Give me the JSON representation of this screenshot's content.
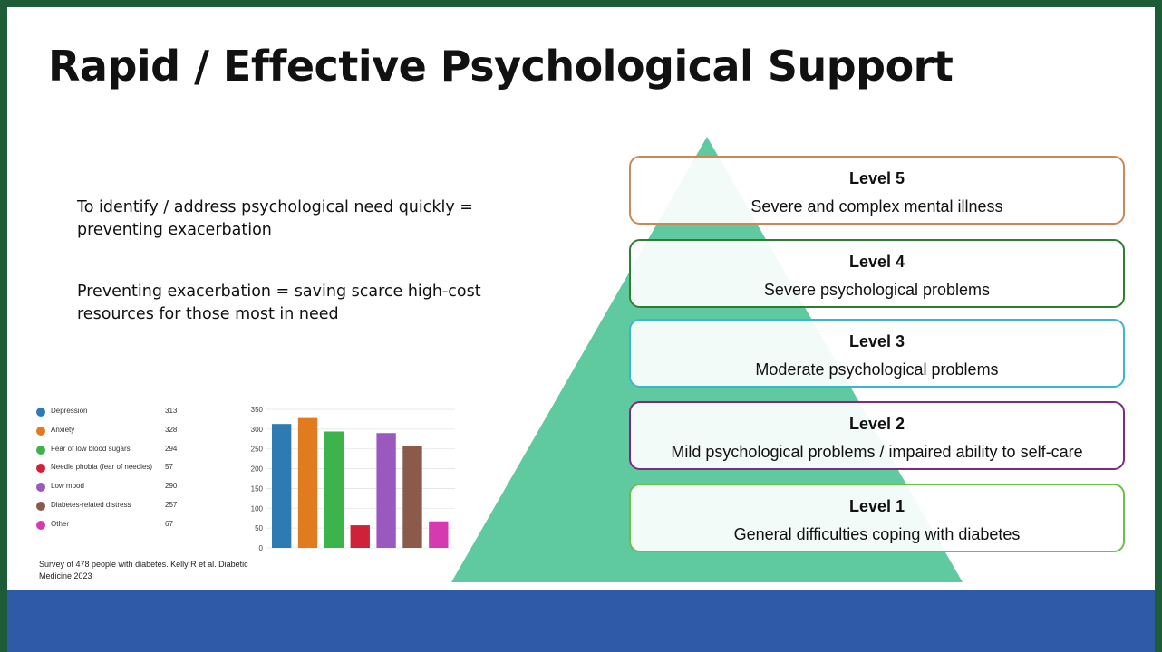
{
  "slide": {
    "title": "Rapid / Effective Psychological Support",
    "bullets": [
      "To identify / address psychological need quickly = preventing exacerbation",
      "Preventing exacerbation = saving scarce high-cost resources for those most in need"
    ],
    "citation": "Survey of 478 people with diabetes. Kelly R et al. Diabetic Medicine 2023"
  },
  "levels": [
    {
      "title": "Level 5",
      "desc": "Severe and complex mental illness",
      "color": "#c98a5a"
    },
    {
      "title": "Level 4",
      "desc": "Severe psychological problems",
      "color": "#2e7d32"
    },
    {
      "title": "Level 3",
      "desc": "Moderate psychological problems",
      "color": "#3bb7c9"
    },
    {
      "title": "Level 2",
      "desc": "Mild psychological problems / impaired ability to self-care",
      "color": "#7b2c7f"
    },
    {
      "title": "Level 1",
      "desc": "General difficulties coping with diabetes",
      "color": "#6cc04a"
    }
  ],
  "colors": {
    "pyramid": "#5fc9a0",
    "footer": "#2f5aa8",
    "frame": "#1d5c36"
  },
  "chart_data": {
    "type": "bar",
    "categories": [
      "Depression",
      "Anxiety",
      "Fear of low blood sugars",
      "Needle phobia (fear of needles)",
      "Low mood",
      "Diabetes-related distress",
      "Other"
    ],
    "values": [
      313,
      328,
      294,
      57,
      290,
      257,
      67
    ],
    "value_labels": [
      "313",
      "328",
      "294",
      "57",
      "290",
      "257",
      "67"
    ],
    "colors": [
      "#2e7bb4",
      "#e07b1f",
      "#3cb44b",
      "#d0213a",
      "#9b59c0",
      "#8b5a4b",
      "#d63ab0"
    ],
    "ylim": [
      0,
      350
    ],
    "yticks": [
      0,
      50,
      100,
      150,
      200,
      250,
      300,
      350
    ],
    "grid": true,
    "legend": "left",
    "title": "",
    "xlabel": "",
    "ylabel": ""
  }
}
